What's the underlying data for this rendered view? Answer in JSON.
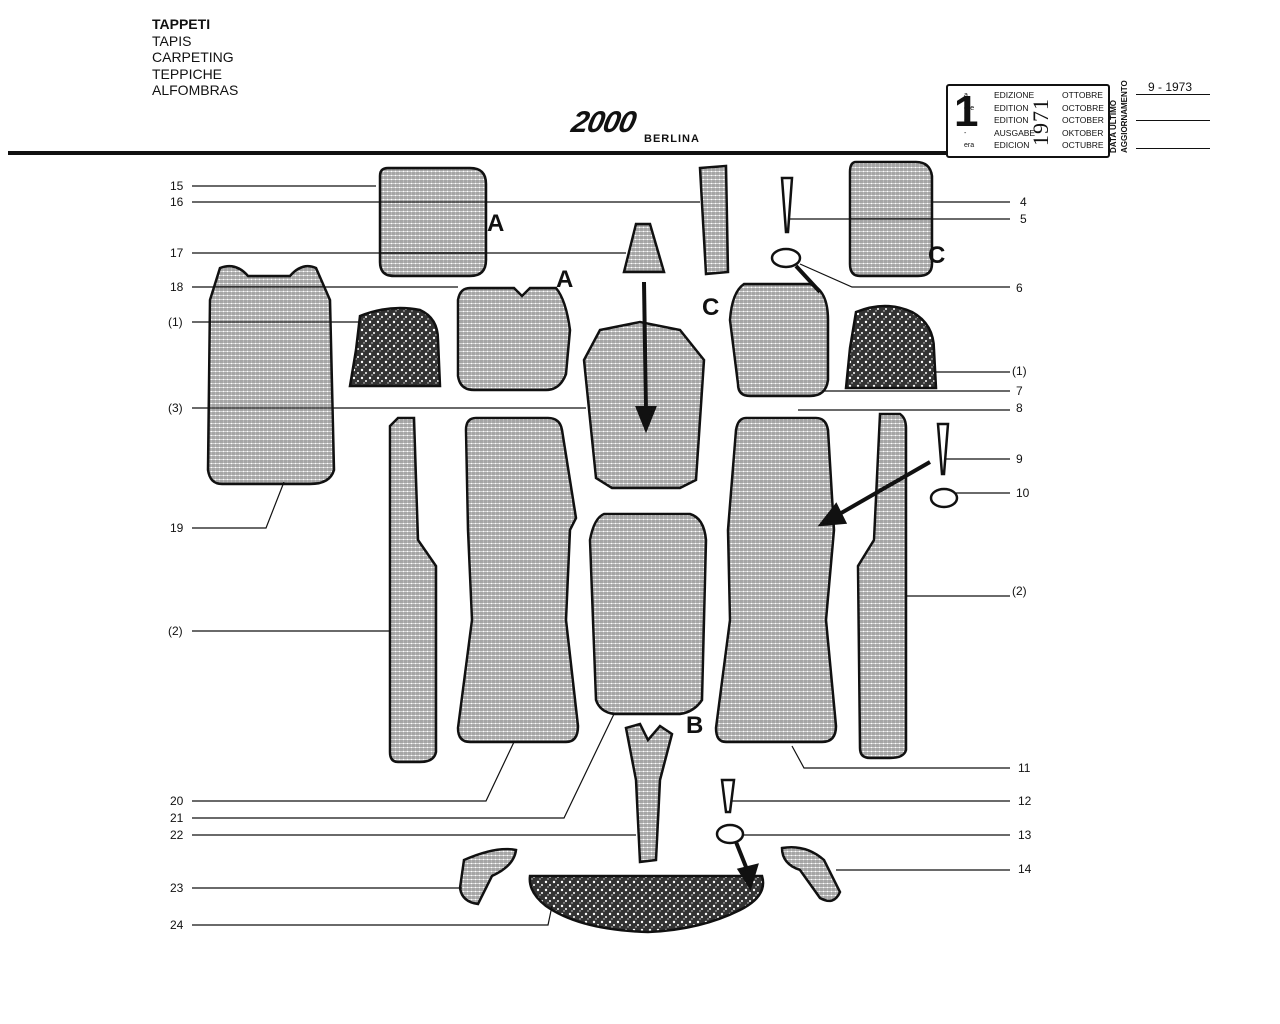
{
  "header": {
    "titles": [
      "TAPPETI",
      "TAPIS",
      "CARPETING",
      "TEPPICHE",
      "ALFOMBRAS"
    ],
    "logo": "2000",
    "sublogo": "BERLINA"
  },
  "edition": {
    "number": "1",
    "suffixes": [
      "a",
      "ere",
      "st",
      "-",
      "era"
    ],
    "labels": [
      "EDIZIONE",
      "EDITION",
      "EDITION",
      "AUSGABE",
      "EDICION"
    ],
    "year": "1971",
    "months": [
      "OTTOBRE",
      "OCTOBRE",
      "OCTOBER",
      "OKTOBER",
      "OCTUBRE"
    ],
    "update_label_1": "DATA ULTIMO",
    "update_label_2": "AGGIORNAMENTO",
    "update_date": "9 - 1973"
  },
  "callouts": [
    {
      "label": "15"
    },
    {
      "label": "16"
    },
    {
      "label": "17"
    },
    {
      "label": "18"
    },
    {
      "label": "(1)"
    },
    {
      "label": "(3)"
    },
    {
      "label": "19"
    },
    {
      "label": "(2)"
    },
    {
      "label": "20"
    },
    {
      "label": "21"
    },
    {
      "label": "22"
    },
    {
      "label": "23"
    },
    {
      "label": "24"
    },
    {
      "label": "4"
    },
    {
      "label": "5"
    },
    {
      "label": "6"
    },
    {
      "label": "(1)"
    },
    {
      "label": "7"
    },
    {
      "label": "8"
    },
    {
      "label": "9"
    },
    {
      "label": "10"
    },
    {
      "label": "(2)"
    },
    {
      "label": "11"
    },
    {
      "label": "12"
    },
    {
      "label": "13"
    },
    {
      "label": "14"
    }
  ],
  "letters": [
    "A",
    "A",
    "C",
    "C",
    "B"
  ]
}
